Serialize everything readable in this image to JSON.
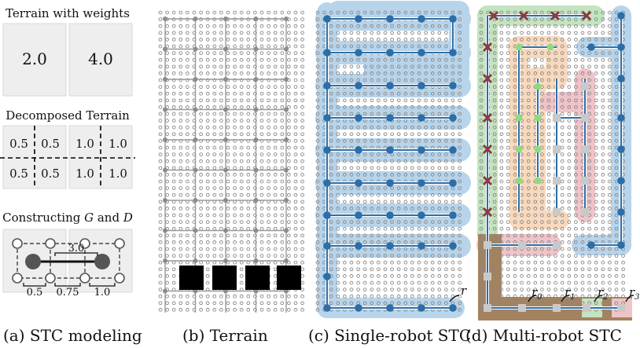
{
  "captions": {
    "a": "(a) STC modeling",
    "b": "(b) Terrain",
    "c": "(c) Single-robot STC",
    "d": "(d) Multi-robot STC"
  },
  "panel_a": {
    "terrain_title": "Terrain with weights",
    "weights": [
      "2.0",
      "4.0"
    ],
    "decomposed_title": "Decomposed Terrain",
    "decomposed_values": [
      "0.5",
      "0.5",
      "1.0",
      "1.0",
      "0.5",
      "0.5",
      "1.0",
      "1.0"
    ],
    "constructing_prefix": "Constructing ",
    "constructing_g": "G",
    "constructing_and": " and ",
    "constructing_d": "D",
    "edge_labels": [
      "3.0",
      "0.5",
      "0.75",
      "1.0"
    ]
  },
  "panel_c": {
    "robot_label": "r"
  },
  "panel_d": {
    "robot_letter": "r",
    "robot_indices": [
      "0",
      "1",
      "2",
      "3"
    ]
  },
  "colors": {
    "blue_region": "#b8d4ea",
    "green_region": "#c4e3c0",
    "orange_region": "#f8d9bd",
    "red_region": "#efc4c9",
    "brown_region": "#a5825e",
    "spanning_tree": "#2b6ea8",
    "blocked_cell": "#000000"
  },
  "icons": {
    "blue_node": "filled-circle",
    "green_node": "pentagon",
    "red_node": "x-cross",
    "gray_node": "square"
  }
}
